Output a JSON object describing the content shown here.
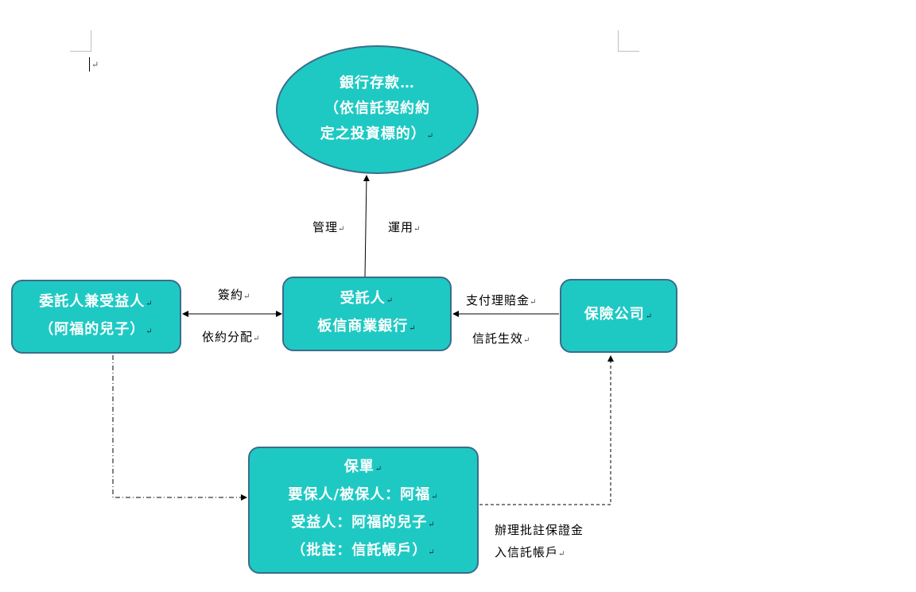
{
  "nodes": {
    "bank": {
      "lines": [
        "銀行存款…",
        "（依信託契約約",
        "定之投資標的）"
      ]
    },
    "beneficiary": {
      "lines": [
        "委託人兼受益人",
        "（阿福的兒子）"
      ]
    },
    "trustee": {
      "lines": [
        "受託人",
        "板信商業銀行"
      ]
    },
    "insurer": {
      "lines": [
        "保險公司"
      ]
    },
    "policy": {
      "lines": [
        "保單",
        "要保人/被保人：阿福",
        "受益人：阿福的兒子",
        "（批註：信託帳戶）"
      ]
    }
  },
  "edge_labels": {
    "manage": "管理",
    "operate": "運用",
    "sign": "簽約",
    "distribute": "依約分配",
    "pay_claim": "支付理賠金",
    "trust_effective": "信託生效",
    "endorse_line1": "辦理批註保證金",
    "endorse_line2": "入信託帳戶"
  },
  "paragraph_mark": "↵",
  "colors": {
    "node_fill": "#1fc9c3",
    "node_border": "#3a6d8c",
    "node_text": "#ffffff"
  }
}
